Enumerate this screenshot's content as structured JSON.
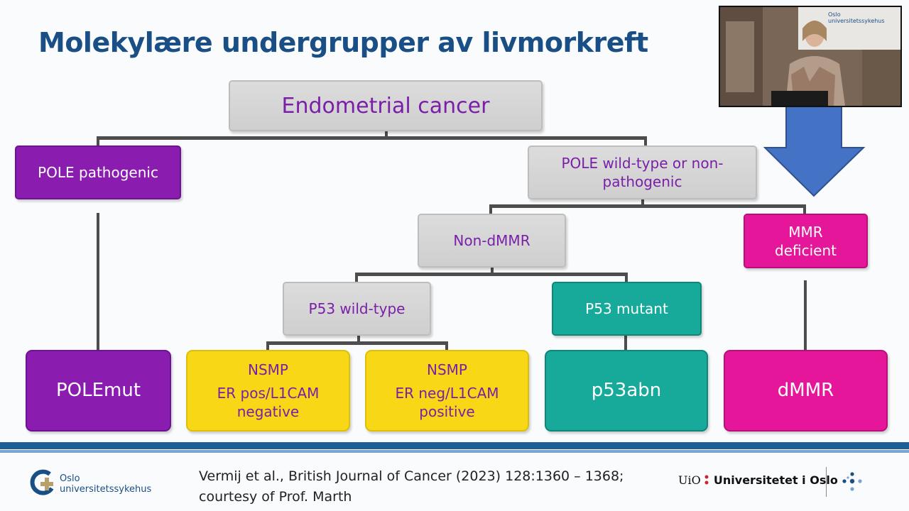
{
  "slide": {
    "title": "Molekylære undergrupper av livmorkreft",
    "citation_line1": "Vermij et al., British Journal of Cancer (2023) 128:1360 – 1368;",
    "citation_line2": "courtesy of Prof. Marth"
  },
  "diagram": {
    "root": "Endometrial cancer",
    "pole_pathogenic": "POLE pathogenic",
    "pole_wildtype_line1": "POLE wild-type or non-",
    "pole_wildtype_line2": "pathogenic",
    "non_dmmr": "Non-dMMR",
    "mmr_deficient_line1": "MMR",
    "mmr_deficient_line2": "deficient",
    "p53_wildtype": "P53 wild-type",
    "p53_mutant": "P53 mutant",
    "polemut": "POLEmut",
    "nsmp1_title": "NSMP",
    "nsmp1_line1": "ER pos/L1CAM",
    "nsmp1_line2": "negative",
    "nsmp2_title": "NSMP",
    "nsmp2_line1": "ER neg/L1CAM",
    "nsmp2_line2": "positive",
    "p53abn": "p53abn",
    "dmmr": "dMMR"
  },
  "footer": {
    "ous_line1": "Oslo",
    "ous_line2": "universitetssykehus",
    "uio_mark": "UiO",
    "uio_name": "Universitetet i Oslo"
  },
  "video_overlay": {
    "logo_line1": "Oslo",
    "logo_line2": "universitetssykehus"
  },
  "colors": {
    "title": "#1a4f86",
    "grey_box": "#d5d5d5",
    "purple_box": "#8a1cb0",
    "magenta_box": "#e5169a",
    "teal_box": "#17a99a",
    "yellow_box": "#f7d716",
    "arrow": "#4472c4",
    "footer_bar": "#1f5d97"
  }
}
